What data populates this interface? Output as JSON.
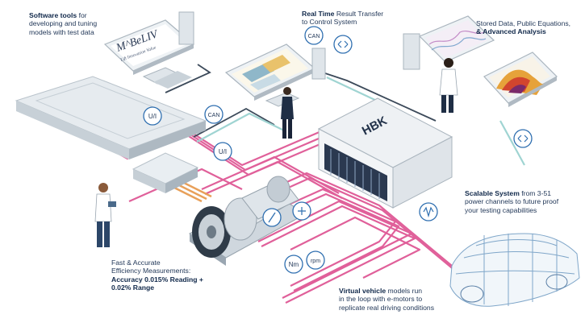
{
  "captions": {
    "software": {
      "bold": "Software tools",
      "rest": " for",
      "line2": "developing and tuning",
      "line3": "models with test data"
    },
    "realtime": {
      "bold": "Real Time",
      "rest": " Result Transfer",
      "line2": "to Control System"
    },
    "stored": {
      "line1": "Stored Data, Public Equations,",
      "line2": "& Advanced Analysis"
    },
    "scalable": {
      "bold": "Scalable System",
      "rest": " from 3-51",
      "line2": "power channels to future proof",
      "line3": "your testing capabilities"
    },
    "accuracy": {
      "line1": "Fast & Accurate",
      "line2": "Efficiency Measurements:",
      "line3": "Accuracy 0.015% Reading +",
      "line4": "0.02% Range"
    },
    "virtual": {
      "bold": "Virtual vehicle",
      "rest": " models run",
      "line2": "in the loop with e-motors to",
      "line3": "replicate real driving conditions"
    }
  },
  "brands": {
    "mobeliv": "M^BeLIV",
    "mobeliv_tag": "Lift Innovation Value",
    "hbk": "HBK"
  },
  "badges": {
    "can_left": "CAN",
    "can_top": "CAN",
    "ui_left": "U/I",
    "ui_mid": "U/I",
    "nm": "Nm",
    "rpm": "rpm"
  },
  "colors": {
    "cable_pink": "#e0609a",
    "cable_dark": "#3c4a5a",
    "cable_teal": "#9fd4d2",
    "cable_orange": "#e8a05a",
    "text": "#1f3556",
    "chip_blue": "#2f6fb0"
  }
}
